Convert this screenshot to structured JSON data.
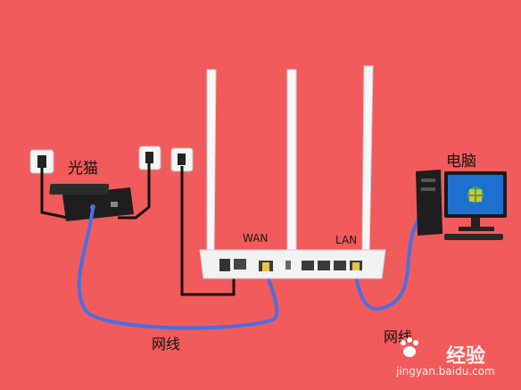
{
  "labels": {
    "modem": "光猫",
    "pc": "电脑",
    "wan": "WAN",
    "lan": "LAN",
    "cable_left": "网线",
    "cable_right": "网线"
  },
  "watermark": {
    "brand": "经验",
    "url": "jingyan.baidu.com"
  },
  "colors": {
    "background": "#f25b5b",
    "cable": "#4a6fe0",
    "power_cord": "#111111",
    "router_body": "#f2f2f2",
    "antenna": "#f7f7f7"
  }
}
